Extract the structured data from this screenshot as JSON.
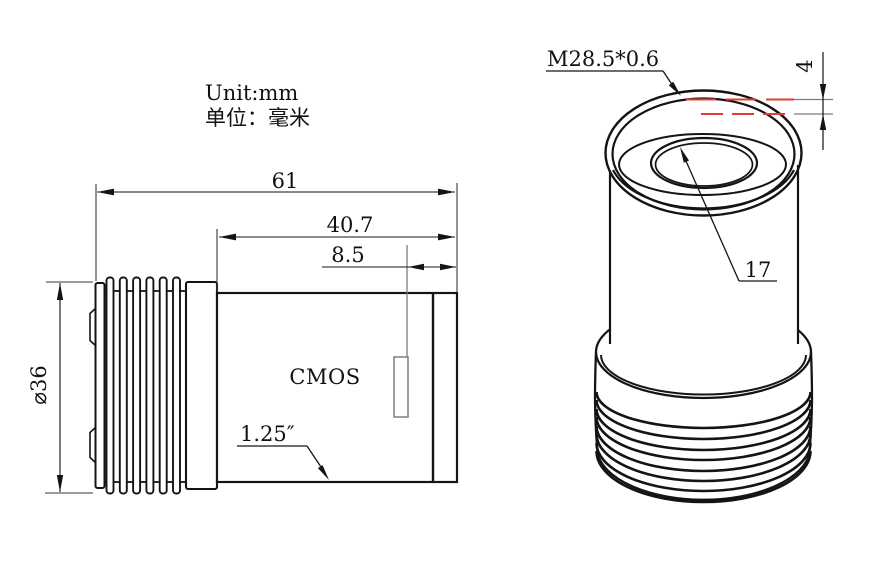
{
  "units_note": {
    "en": "Unit:mm",
    "zh": "单位：毫米"
  },
  "side_view": {
    "overall_length_mm": "61",
    "body_length_mm": "40.7",
    "back_distance_mm": "8.5",
    "outer_diameter": "⌀36",
    "sensor_label": "CMOS",
    "barrel_size_label": "1.25″"
  },
  "front_view": {
    "thread_spec": "M28.5*0.6",
    "thread_length_mm": "4",
    "aperture_diameter_mm": "17"
  },
  "colors": {
    "line": "#141414",
    "extension_gray": "#7d7d7d",
    "accent_red": "#e23b3b",
    "background": "#ffffff"
  }
}
